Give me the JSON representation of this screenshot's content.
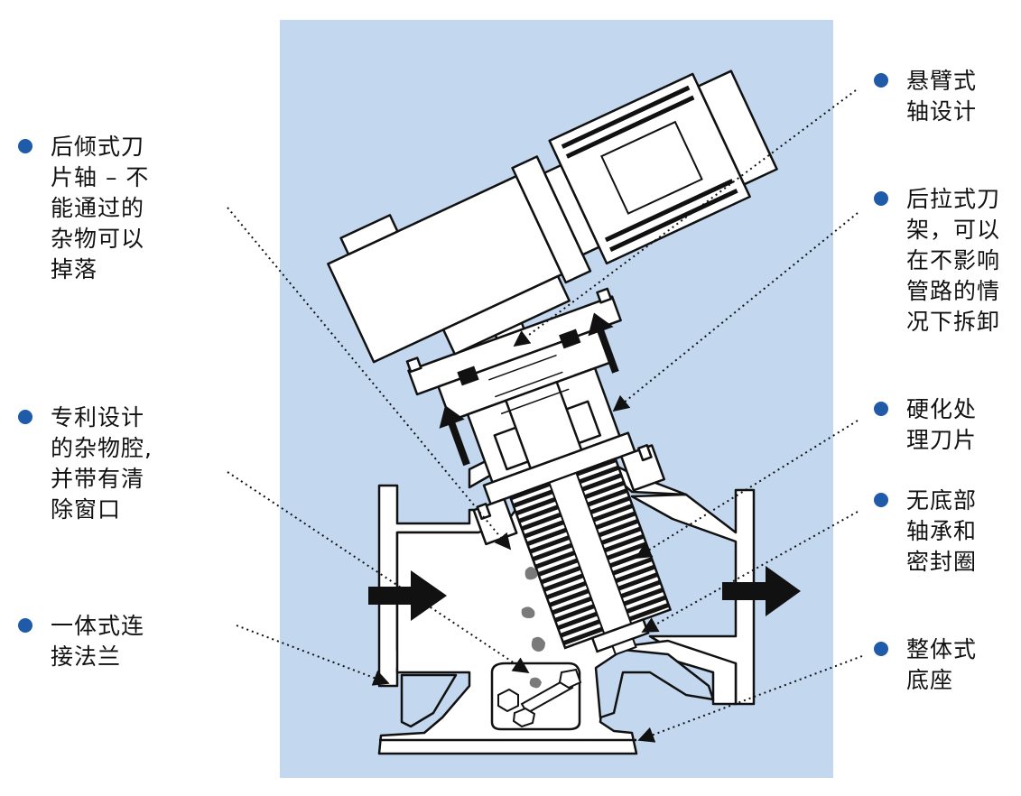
{
  "colors": {
    "panel": "#c3d8ee",
    "dot": "#1f5ba8",
    "line": "#111111",
    "debris": "#7a7a7a"
  },
  "callouts": {
    "left": [
      {
        "id": "rear-tilt-shaft",
        "text": "后倾式刀\n片轴 – 不\n能通过的\n杂物可以\n掉落"
      },
      {
        "id": "debris-chamber",
        "text": "专利设计\n的杂物腔,\n并带有清\n除窗口"
      },
      {
        "id": "integral-flange",
        "text": "一体式连\n接法兰"
      }
    ],
    "right": [
      {
        "id": "cantilever-shaft",
        "text": "悬臂式\n轴设计"
      },
      {
        "id": "pull-out-cartridge",
        "text": "后拉式刀\n架，可以\n在不影响\n管路的情\n况下拆卸"
      },
      {
        "id": "hardened-blades",
        "text": "硬化处\n理刀片"
      },
      {
        "id": "no-bottom-bearing",
        "text": "无底部\n轴承和\n密封圈"
      },
      {
        "id": "integral-base",
        "text": "整体式\n底座"
      }
    ]
  }
}
